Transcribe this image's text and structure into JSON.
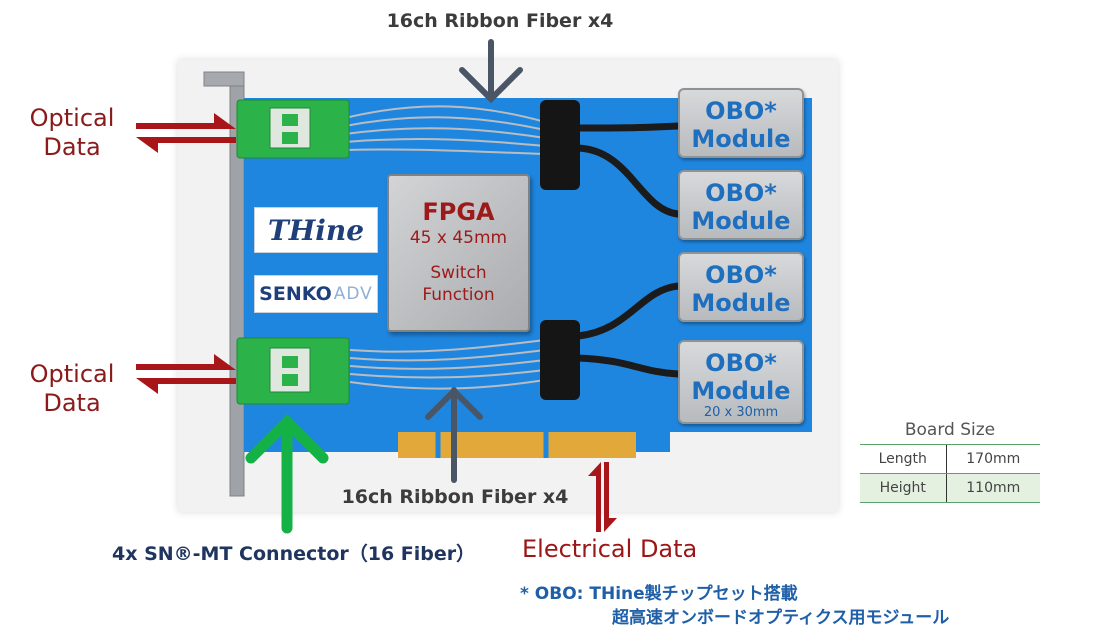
{
  "labels": {
    "top_fiber": "16ch Ribbon Fiber x4",
    "bottom_fiber": "16ch Ribbon Fiber x4",
    "optical_top": [
      "Optical",
      "Data"
    ],
    "optical_bottom": [
      "Optical",
      "Data"
    ],
    "connector": "4x SN®-MT Connector（16 Fiber）",
    "electrical": "Electrical Data"
  },
  "board": {
    "logo_thine": "THine",
    "logo_senko": "SENKO",
    "logo_senko_suffix": "ADV",
    "fpga": {
      "title": "FPGA",
      "size": "45 x 45mm",
      "function": [
        "Switch",
        "Function"
      ]
    },
    "obo_modules": [
      {
        "line1": "OBO*",
        "line2": "Module"
      },
      {
        "line1": "OBO*",
        "line2": "Module"
      },
      {
        "line1": "OBO*",
        "line2": "Module"
      },
      {
        "line1": "OBO*",
        "line2": "Module"
      }
    ],
    "obo_size": "20 x 30mm"
  },
  "board_size": {
    "title": "Board Size",
    "rows": [
      {
        "label": "Length",
        "value": "170mm"
      },
      {
        "label": "Height",
        "value": "110mm"
      }
    ]
  },
  "footnote": {
    "line1": "* OBO: THine製チップセット搭載",
    "line2": "超高速オンボードオプティクス用モジュール"
  },
  "colors": {
    "board_blue": "#1f86e0",
    "red_arrow": "#a8161a",
    "green_arrow": "#14b246",
    "gray_arrow": "#4a5566",
    "obo_text": "#1f6fbf"
  }
}
